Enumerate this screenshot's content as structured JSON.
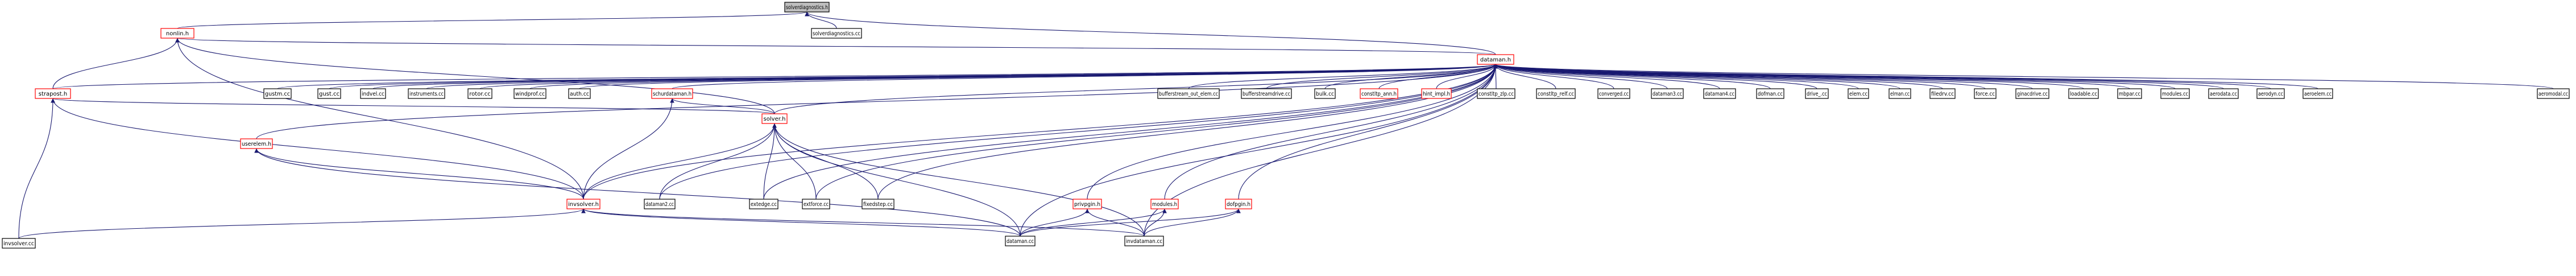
{
  "colors": {
    "edge": "#191970",
    "border_black": "#000000",
    "border_red": "#ff0000",
    "focus_fill": "#bfbfbf"
  },
  "nodes": [
    {
      "id": "solverdiagnostics_h",
      "label": "solverdiagnostics.h",
      "border": "black",
      "focus": true
    },
    {
      "id": "nonlin_h",
      "label": "nonlin.h",
      "border": "red"
    },
    {
      "id": "solverdiagnostics_cc",
      "label": "solverdiagnostics.cc",
      "border": "black"
    },
    {
      "id": "dataman_h",
      "label": "dataman.h",
      "border": "red"
    },
    {
      "id": "strapost_h",
      "label": "strapost.h",
      "border": "red"
    },
    {
      "id": "invsolver_cc",
      "label": "invsolver.cc",
      "border": "black"
    },
    {
      "id": "userelem_h",
      "label": "userelem.h",
      "border": "red"
    },
    {
      "id": "gustm_cc",
      "label": "gustm.cc",
      "border": "black"
    },
    {
      "id": "gust_cc",
      "label": "gust.cc",
      "border": "black"
    },
    {
      "id": "indvel_cc",
      "label": "indvel.cc",
      "border": "black"
    },
    {
      "id": "instruments_cc",
      "label": "instruments.cc",
      "border": "black"
    },
    {
      "id": "rotor_cc",
      "label": "rotor.cc",
      "border": "black"
    },
    {
      "id": "windprof_cc",
      "label": "windprof.cc",
      "border": "black"
    },
    {
      "id": "auth_cc",
      "label": "auth.cc",
      "border": "black"
    },
    {
      "id": "schurdataman_h",
      "label": "schurdataman.h",
      "border": "red"
    },
    {
      "id": "solver_h",
      "label": "solver.h",
      "border": "red"
    },
    {
      "id": "invsolver_h",
      "label": "invsolver.h",
      "border": "red"
    },
    {
      "id": "dataman2_cc",
      "label": "dataman2.cc",
      "border": "black"
    },
    {
      "id": "extedge_cc",
      "label": "extedge.cc",
      "border": "black"
    },
    {
      "id": "extforce_cc",
      "label": "extforce.cc",
      "border": "black"
    },
    {
      "id": "fixedstep_cc",
      "label": "fixedstep.cc",
      "border": "black"
    },
    {
      "id": "dataman_cc",
      "label": "dataman.cc",
      "border": "black"
    },
    {
      "id": "invdataman_cc",
      "label": "invdataman.cc",
      "border": "black"
    },
    {
      "id": "privpgin_h",
      "label": "privpgin.h",
      "border": "red"
    },
    {
      "id": "modules_h",
      "label": "modules.h",
      "border": "red"
    },
    {
      "id": "dofpgin_h",
      "label": "dofpgin.h",
      "border": "red"
    },
    {
      "id": "bufferstream_out_elem_cc",
      "label": "bufferstream_out_elem.cc",
      "border": "black"
    },
    {
      "id": "bufferstreamdrive_cc",
      "label": "bufferstreamdrive.cc",
      "border": "black"
    },
    {
      "id": "bulk_cc",
      "label": "bulk.cc",
      "border": "black"
    },
    {
      "id": "constltp_ann_h",
      "label": "constltp_ann.h",
      "border": "red"
    },
    {
      "id": "hint_impl_h",
      "label": "hint_impl.h",
      "border": "red"
    },
    {
      "id": "constltp_zlp_cc",
      "label": "constltp_zlp.cc",
      "border": "black"
    },
    {
      "id": "constltp_relf_cc",
      "label": "constltp_relf.cc",
      "border": "black"
    },
    {
      "id": "converged_cc",
      "label": "converged.cc",
      "border": "black"
    },
    {
      "id": "dataman3_cc",
      "label": "dataman3.cc",
      "border": "black"
    },
    {
      "id": "dataman4_cc",
      "label": "dataman4.cc",
      "border": "black"
    },
    {
      "id": "dofman_cc",
      "label": "dofman.cc",
      "border": "black"
    },
    {
      "id": "drive_cc",
      "label": "drive_.cc",
      "border": "black"
    },
    {
      "id": "elem_cc",
      "label": "elem.cc",
      "border": "black"
    },
    {
      "id": "elman_cc",
      "label": "elman.cc",
      "border": "black"
    },
    {
      "id": "filedrv_cc",
      "label": "filedrv.cc",
      "border": "black"
    },
    {
      "id": "force_cc",
      "label": "force.cc",
      "border": "black"
    },
    {
      "id": "ginacdrive_cc",
      "label": "ginacdrive.cc",
      "border": "black"
    },
    {
      "id": "loadable_cc",
      "label": "loadable.cc",
      "border": "black"
    },
    {
      "id": "mbpar_cc",
      "label": "mbpar.cc",
      "border": "black"
    },
    {
      "id": "modules_cc",
      "label": "modules.cc",
      "border": "black"
    },
    {
      "id": "aerodata_cc",
      "label": "aerodata.cc",
      "border": "black"
    },
    {
      "id": "aerodyn_cc",
      "label": "aerodyn.cc",
      "border": "black"
    },
    {
      "id": "aeroelem_cc",
      "label": "aeroelem.cc",
      "border": "black"
    },
    {
      "id": "aeromodal_cc",
      "label": "aeromodal.cc",
      "border": "black"
    }
  ],
  "edges": [
    [
      "nonlin_h",
      "solverdiagnostics_h"
    ],
    [
      "dataman_h",
      "solverdiagnostics_h"
    ],
    [
      "solverdiagnostics_cc",
      "solverdiagnostics_h"
    ],
    [
      "strapost_h",
      "nonlin_h"
    ],
    [
      "dataman_h",
      "nonlin_h"
    ],
    [
      "solver_h",
      "nonlin_h"
    ],
    [
      "invsolver_h",
      "nonlin_h"
    ],
    [
      "invsolver_cc",
      "strapost_h"
    ],
    [
      "invsolver_h",
      "strapost_h"
    ],
    [
      "solver_h",
      "strapost_h"
    ],
    [
      "strapost_h",
      "dataman_h"
    ],
    [
      "userelem_h",
      "dataman_h"
    ],
    [
      "gustm_cc",
      "dataman_h"
    ],
    [
      "gust_cc",
      "dataman_h"
    ],
    [
      "indvel_cc",
      "dataman_h"
    ],
    [
      "instruments_cc",
      "dataman_h"
    ],
    [
      "rotor_cc",
      "dataman_h"
    ],
    [
      "windprof_cc",
      "dataman_h"
    ],
    [
      "auth_cc",
      "dataman_h"
    ],
    [
      "schurdataman_h",
      "dataman_h"
    ],
    [
      "solver_h",
      "dataman_h"
    ],
    [
      "invsolver_h",
      "dataman_h"
    ],
    [
      "dataman2_cc",
      "dataman_h"
    ],
    [
      "extedge_cc",
      "dataman_h"
    ],
    [
      "extforce_cc",
      "dataman_h"
    ],
    [
      "fixedstep_cc",
      "dataman_h"
    ],
    [
      "dataman_cc",
      "dataman_h"
    ],
    [
      "invdataman_cc",
      "dataman_h"
    ],
    [
      "privpgin_h",
      "dataman_h"
    ],
    [
      "modules_h",
      "dataman_h"
    ],
    [
      "dofpgin_h",
      "dataman_h"
    ],
    [
      "bufferstream_out_elem_cc",
      "dataman_h"
    ],
    [
      "bufferstreamdrive_cc",
      "dataman_h"
    ],
    [
      "bulk_cc",
      "dataman_h"
    ],
    [
      "constltp_ann_h",
      "dataman_h"
    ],
    [
      "hint_impl_h",
      "dataman_h"
    ],
    [
      "constltp_zlp_cc",
      "dataman_h"
    ],
    [
      "constltp_relf_cc",
      "dataman_h"
    ],
    [
      "converged_cc",
      "dataman_h"
    ],
    [
      "dataman3_cc",
      "dataman_h"
    ],
    [
      "dataman4_cc",
      "dataman_h"
    ],
    [
      "dofman_cc",
      "dataman_h"
    ],
    [
      "drive_cc",
      "dataman_h"
    ],
    [
      "elem_cc",
      "dataman_h"
    ],
    [
      "elman_cc",
      "dataman_h"
    ],
    [
      "filedrv_cc",
      "dataman_h"
    ],
    [
      "force_cc",
      "dataman_h"
    ],
    [
      "ginacdrive_cc",
      "dataman_h"
    ],
    [
      "loadable_cc",
      "dataman_h"
    ],
    [
      "mbpar_cc",
      "dataman_h"
    ],
    [
      "modules_cc",
      "dataman_h"
    ],
    [
      "aerodata_cc",
      "dataman_h"
    ],
    [
      "aerodyn_cc",
      "dataman_h"
    ],
    [
      "aeroelem_cc",
      "dataman_h"
    ],
    [
      "aeromodal_cc",
      "dataman_h"
    ],
    [
      "invsolver_h",
      "userelem_h"
    ],
    [
      "dataman_cc",
      "userelem_h"
    ],
    [
      "solver_h",
      "schurdataman_h"
    ],
    [
      "invsolver_h",
      "schurdataman_h"
    ],
    [
      "invsolver_h",
      "solver_h"
    ],
    [
      "dataman2_cc",
      "solver_h"
    ],
    [
      "extedge_cc",
      "solver_h"
    ],
    [
      "extforce_cc",
      "solver_h"
    ],
    [
      "fixedstep_cc",
      "solver_h"
    ],
    [
      "dataman_cc",
      "solver_h"
    ],
    [
      "invdataman_cc",
      "solver_h"
    ],
    [
      "invsolver_cc",
      "invsolver_h"
    ],
    [
      "dataman_cc",
      "invsolver_h"
    ],
    [
      "invdataman_cc",
      "invsolver_h"
    ],
    [
      "dataman_cc",
      "privpgin_h"
    ],
    [
      "invdataman_cc",
      "privpgin_h"
    ],
    [
      "dataman_cc",
      "modules_h"
    ],
    [
      "invdataman_cc",
      "modules_h"
    ],
    [
      "dataman_cc",
      "dofpgin_h"
    ],
    [
      "invdataman_cc",
      "dofpgin_h"
    ]
  ]
}
